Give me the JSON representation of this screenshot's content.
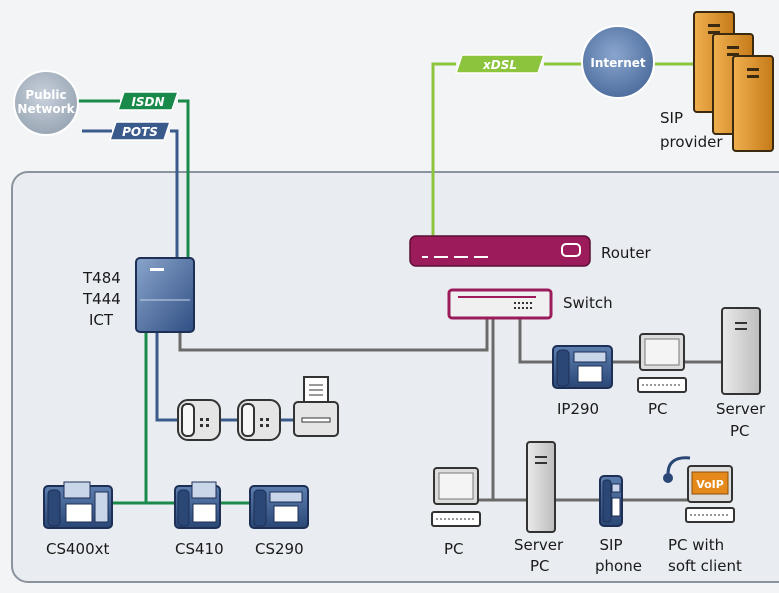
{
  "network": {
    "public_network": [
      "Public",
      "Network"
    ],
    "internet": "Internet",
    "isdn": "ISDN",
    "pots": "POTS",
    "xdsl": "xDSL",
    "sip_provider": [
      "SIP",
      "provider"
    ]
  },
  "pbx": {
    "models": [
      "T484",
      "T444",
      "ICT"
    ]
  },
  "devices": {
    "router": "Router",
    "switch": "Switch",
    "ip290": "IP290",
    "pc": "PC",
    "server_pc": [
      "Server",
      "PC"
    ],
    "cs400xt": "CS400xt",
    "cs410": "CS410",
    "cs290": "CS290",
    "pc_bottom": "PC",
    "server_pc_bottom": [
      "Server",
      "PC"
    ],
    "sip_phone": [
      "SIP",
      "phone"
    ],
    "pc_soft_client": [
      "PC with",
      "soft client"
    ],
    "voip_badge": "VoIP"
  },
  "colors": {
    "isdn_green": "#1a8a4a",
    "pots_blue": "#3b5a8c",
    "xdsl_lime": "#8cc43e",
    "ethernet_grey": "#6a6a6a",
    "router_maroon": "#9c1b5a",
    "cloud_blue": "#5f7fae",
    "server_orange": "#d98e2a"
  }
}
